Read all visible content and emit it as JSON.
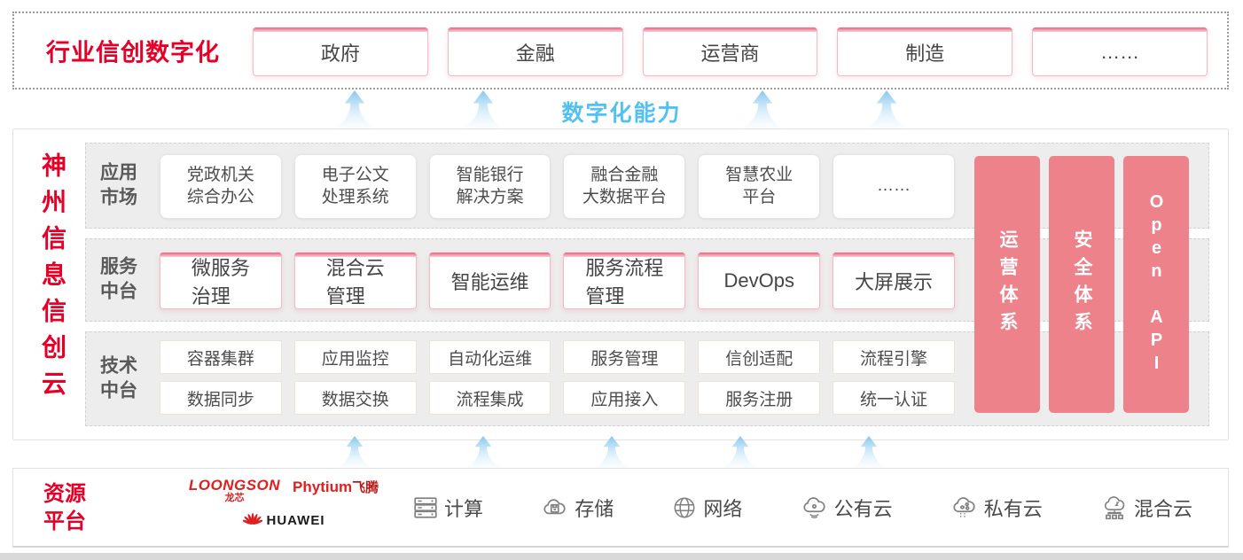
{
  "colors": {
    "brand_red": "#e60028",
    "pillar_pink": "#ed828a",
    "capability_blue": "#52c1f1"
  },
  "top_band": {
    "title": "行业信创数字化",
    "sectors": [
      "政府",
      "金融",
      "运营商",
      "制造",
      "……"
    ]
  },
  "digital_band": {
    "label": "数字化能力"
  },
  "main": {
    "title_vertical": "神州信息信创云",
    "app_row": {
      "label": "应用\n市场",
      "items": [
        "党政机关\n综合办公",
        "电子公文\n处理系统",
        "智能银行\n解决方案",
        "融合金融\n大数据平台",
        "智慧农业\n平台",
        "……"
      ]
    },
    "service_row": {
      "label": "服务\n中台",
      "items": [
        "微服务\n治理",
        "混合云\n管理",
        "智能运维",
        "服务流程\n管理",
        "DevOps",
        "大屏展示"
      ]
    },
    "tech_row": {
      "label": "技术\n中台",
      "items_top": [
        "容器集群",
        "应用监控",
        "自动化运维",
        "服务管理",
        "信创适配",
        "流程引擎"
      ],
      "items_bottom": [
        "数据同步",
        "数据交换",
        "流程集成",
        "应用接入",
        "服务注册",
        "统一认证"
      ]
    },
    "pillars": [
      "运营体系",
      "安全体系",
      "Open API"
    ]
  },
  "bottom": {
    "title": "资源\n平台",
    "vendors": {
      "loongson": {
        "name": "LOONGSON",
        "sub": "龙芯"
      },
      "phytium": {
        "name": "Phytium",
        "sub": "飞腾"
      },
      "huawei": {
        "name": "HUAWEI"
      }
    },
    "resources": [
      {
        "icon": "server-icon",
        "label": "计算"
      },
      {
        "icon": "storage-cloud-icon",
        "label": "存储"
      },
      {
        "icon": "network-globe-icon",
        "label": "网络"
      },
      {
        "icon": "public-cloud-icon",
        "label": "公有云"
      },
      {
        "icon": "private-cloud-icon",
        "label": "私有云"
      },
      {
        "icon": "hybrid-cloud-icon",
        "label": "混合云"
      }
    ]
  }
}
